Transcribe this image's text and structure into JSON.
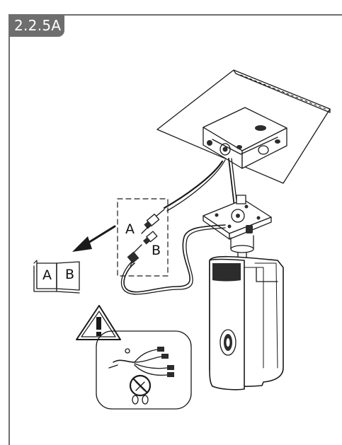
{
  "step": {
    "label": "2.2.5A"
  },
  "callout": {
    "label_a": "A",
    "label_b": "B"
  },
  "manual": {
    "label_a": "A",
    "label_b": "B"
  },
  "icons": {
    "warning": "warning-triangle-icon",
    "prohibited": "no-cut-icon",
    "arrow": "arrow-left-icon"
  },
  "colors": {
    "tag_bg": "#6e6e6e",
    "line": "#1a1a1a",
    "camera_dark": "#2c2c2c"
  }
}
